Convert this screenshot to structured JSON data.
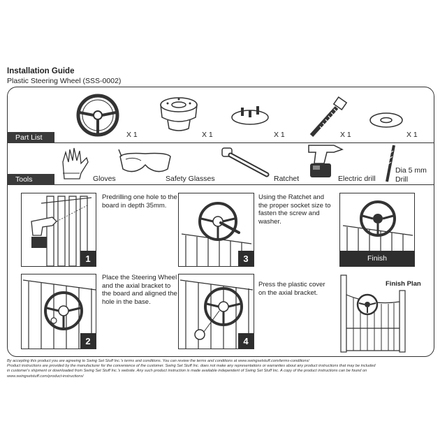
{
  "header": {
    "title": "Installation Guide",
    "subtitle": "Plastic Steering Wheel (SSS-0002)"
  },
  "part_list": {
    "label": "Part List",
    "items": [
      {
        "icon": "steering-wheel-icon",
        "qty": "X 1"
      },
      {
        "icon": "axial-bracket-icon",
        "qty": "X 1"
      },
      {
        "icon": "plastic-cover-icon",
        "qty": "X 1"
      },
      {
        "icon": "screw-icon",
        "qty": "X 1"
      },
      {
        "icon": "washer-icon",
        "qty": "X 1"
      }
    ]
  },
  "tools": {
    "label": "Tools",
    "items": [
      {
        "icon": "gloves-icon",
        "label": "Gloves"
      },
      {
        "icon": "safety-glasses-icon",
        "label": "Safety Glasses"
      },
      {
        "icon": "ratchet-icon",
        "label": "Ratchet"
      },
      {
        "icon": "electric-drill-icon",
        "label": "Electric drill"
      },
      {
        "icon": "drill-bit-icon",
        "label_line1": "Dia 5 mm",
        "label_line2": "Drill"
      }
    ]
  },
  "steps": [
    {
      "number": "1",
      "text": "Predrilling one hole to the board in depth 35mm."
    },
    {
      "number": "2",
      "text": "Place the Steering Wheel and the axial bracket to the board and aligned the hole in the base."
    },
    {
      "number": "3",
      "text": "Using the Ratchet and the proper socket size to fasten the screw and washer."
    },
    {
      "number": "4",
      "text": "Press the plastic cover on the axial bracket."
    }
  ],
  "finish": {
    "label": "Finish",
    "plan_label": "Finish Plan"
  },
  "footer": {
    "line1": "By accepting this product you are agreeing to Swing Set Stuff Inc.'s terms and conditions. You can review the terms and conditions at www.swingsetstuff.com/terms-conditions/",
    "line2": "Product instructions are provided by the manufacturer for the convenience of the customer. Swing Set Stuff Inc. does not make any representations or warranties about any product instructions that may be included",
    "line3": "in customer's shipment or downloaded from Swing Set Stuff Inc.'s website. Any such product instruction is made available independent of Swing Set Stuff Inc. A copy of the product instructions can be found on",
    "line4": "www.swingsetstuff.com/product-instructions/"
  }
}
